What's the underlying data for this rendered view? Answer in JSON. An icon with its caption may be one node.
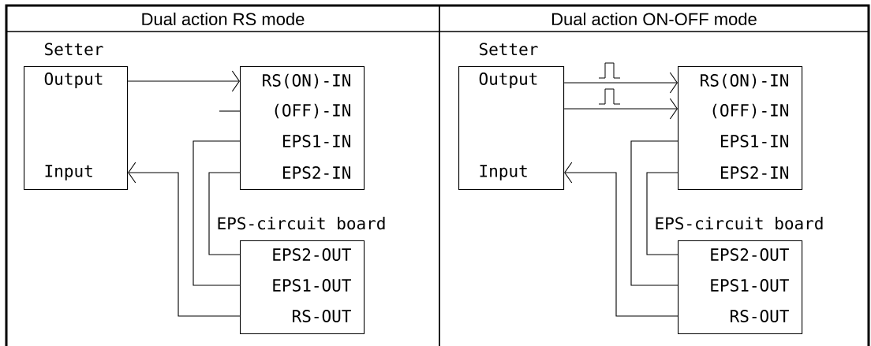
{
  "diagram": {
    "nodes": [
      {
        "text": [
          "Dual action RS mode"
        ]
      },
      {
        "text": [
          "Setter",
          "Output",
          "Input"
        ],
        "in": 0
      },
      {
        "text": [
          "RS(ON)-IN",
          "(OFF)-IN",
          "EPS1-IN",
          "EPS2-IN"
        ],
        "in": 0
      },
      {
        "text": [
          "EPS-circuit board",
          "EPS2-OUT",
          "EPS1-OUT",
          "RS-OUT"
        ],
        "in": 0
      },
      {
        "text": [
          "Dual action ON-OFF mode"
        ]
      },
      {
        "text": [
          "Setter",
          "Output",
          "Input"
        ],
        "in": 4
      },
      {
        "text": [
          "RS(ON)-IN",
          "(OFF)-IN",
          "EPS1-IN",
          "EPS2-IN"
        ],
        "in": 4
      },
      {
        "text": [
          "EPS-circuit board",
          "EPS2-OUT",
          "EPS1-OUT",
          "RS-OUT"
        ],
        "in": 4
      }
    ],
    "edges": [
      {
        "from": 1,
        "to": 2,
        "arrow": "to"
      },
      {
        "from": null,
        "to": 2,
        "arrow": "none"
      },
      {
        "from": 2,
        "to": 3,
        "arrow": "none"
      },
      {
        "from": 2,
        "to": 3,
        "arrow": "none"
      },
      {
        "from": 3,
        "to": 1,
        "arrow": "to"
      },
      {
        "from": 5,
        "to": 6,
        "arrow": "to"
      },
      {
        "from": 5,
        "to": 6,
        "arrow": "to"
      },
      {
        "from": 6,
        "to": 7,
        "arrow": "none"
      },
      {
        "from": 6,
        "to": 7,
        "arrow": "none"
      },
      {
        "from": 7,
        "to": 5,
        "arrow": "to"
      }
    ]
  }
}
